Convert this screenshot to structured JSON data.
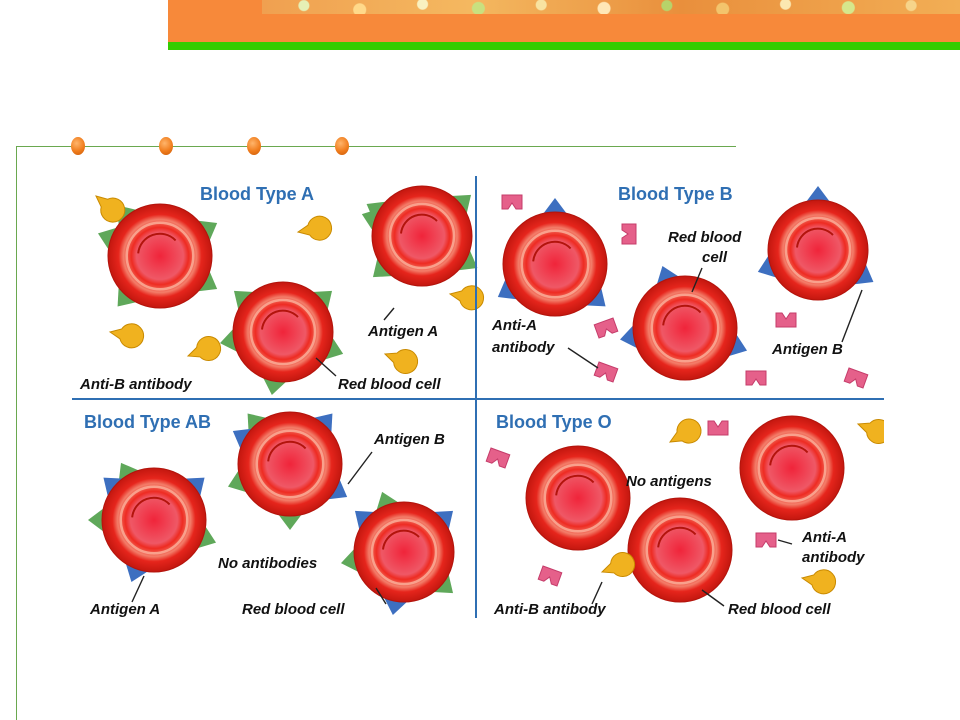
{
  "colors": {
    "header_orange": "#f7893a",
    "header_green": "#33cc00",
    "frame_green": "#6aa84f",
    "bullet_orange": "#f07c1c",
    "title_blue": "#2f6fb3",
    "divider_blue": "#2f6fb3",
    "cell_red": "#e8251c",
    "antigen_a_green": "#5fa85a",
    "antigen_b_blue": "#3d6fc0",
    "anti_b_yellow": "#f0b21f",
    "anti_a_pink": "#e5608a"
  },
  "icons": [
    "bullet-dot",
    "red-blood-cell",
    "antigen-a-triangle",
    "antigen-b-triangle",
    "anti-a-antibody",
    "anti-b-antibody"
  ],
  "diagram": {
    "quadrants": {
      "a": {
        "title": "Blood Type A",
        "labels": {
          "antigen": "Antigen A",
          "antibody": "Anti-B antibody",
          "cell": "Red blood cell"
        }
      },
      "b": {
        "title": "Blood Type B",
        "labels": {
          "cell_line1": "Red blood",
          "cell_line2": "cell",
          "antibody_line1": "Anti-A",
          "antibody_line2": "antibody",
          "antigen": "Antigen B"
        }
      },
      "ab": {
        "title": "Blood Type AB",
        "labels": {
          "antigen_b": "Antigen B",
          "none": "No antibodies",
          "antigen_a": "Antigen A",
          "cell": "Red blood cell"
        }
      },
      "o": {
        "title": "Blood Type O",
        "labels": {
          "none": "No antigens",
          "antibody_a_line1": "Anti-A",
          "antibody_a_line2": "antibody",
          "antibody_b": "Anti-B antibody",
          "cell": "Red blood cell"
        }
      }
    }
  }
}
